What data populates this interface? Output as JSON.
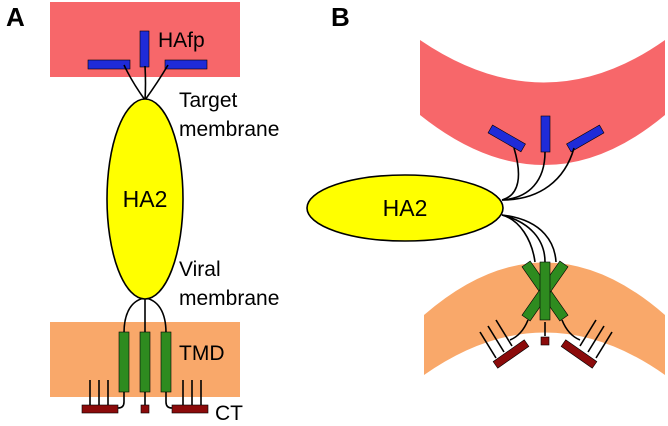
{
  "panel_a": {
    "label": "A",
    "fusion_peptide_label": "HAfp",
    "target_membrane_label": [
      "Target",
      "membrane"
    ],
    "protein_label": "HA2",
    "viral_membrane_label": [
      "Viral",
      "membrane"
    ],
    "transmembrane_label": "TMD",
    "cytoplasmic_tail_label": "CT"
  },
  "panel_b": {
    "label": "B",
    "protein_label": "HA2"
  },
  "colors": {
    "target_membrane": "#f7676a",
    "viral_membrane": "#f9a86a",
    "protein": "#ffff00",
    "fusion_peptide": "#1f2bd8",
    "transmembrane_domain": "#2e8b1f",
    "cytoplasmic_tail": "#8b0b0b",
    "outline": "#000000"
  }
}
